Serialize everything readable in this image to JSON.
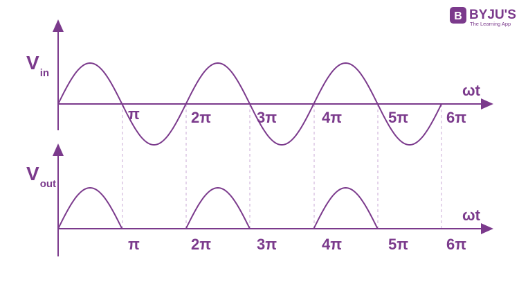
{
  "logo": {
    "badge_letter": "B",
    "brand": "BYJU'S",
    "tagline": "The Learning App"
  },
  "colors": {
    "accent": "#7b3a8c",
    "dashed": "#c9a8d6"
  },
  "top_plot": {
    "y_label_main": "V",
    "y_label_sub": "in",
    "x_label": "ωt",
    "waveform": "full sine",
    "tick_labels": [
      "π",
      "2π",
      "3π",
      "4π",
      "5π",
      "6π"
    ]
  },
  "bottom_plot": {
    "y_label_main": "V",
    "y_label_sub": "out",
    "x_label": "ωt",
    "waveform": "half-wave rectified sine (positive half-cycles only)",
    "tick_labels": [
      "π",
      "2π",
      "3π",
      "4π",
      "5π",
      "6π"
    ]
  }
}
